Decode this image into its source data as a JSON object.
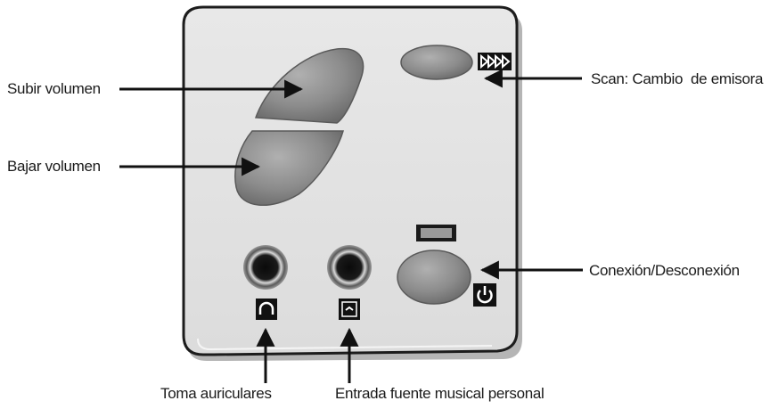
{
  "labels": {
    "volume_up": "Subir volumen",
    "volume_down": "Bajar volumen",
    "scan": "Scan: Cambio  de emisora",
    "power": "Conexión/Desconexión",
    "headphones": "Toma auriculares",
    "aux_input": "Entrada fuente musical personal"
  },
  "colors": {
    "panel": "#e4e4e4",
    "panel_border": "#1c1c1c",
    "button": "#8e8e8e",
    "leader_line": "#111111",
    "label_text": "#1a1a1a"
  },
  "icons": {
    "scan": "scan-arrows-icon",
    "power": "power-icon",
    "headphones": "headphones-icon",
    "aux_input": "audio-input-icon"
  }
}
